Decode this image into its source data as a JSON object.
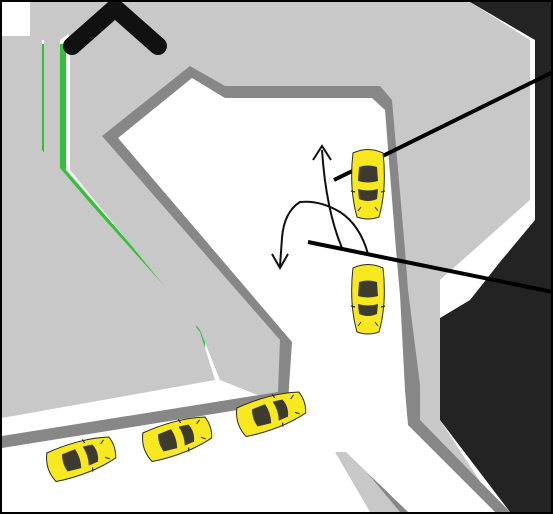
{
  "scene": {
    "kind": "top-down traffic intersection diagram",
    "colors": {
      "grass": "#33c13a",
      "sidewalk": "#c8c8c8",
      "curb": "#878787",
      "road": "#ffffff",
      "building": "#232323",
      "car_body": "#f7e81f",
      "car_glass": "#3d3a2e",
      "pointer_line": "#000000",
      "frame": "#000000"
    },
    "icons": {
      "top_chevron": "chevron-up-icon",
      "turn_arrows": "arrow-icon",
      "cars": "car-icon"
    },
    "vehicles": [
      {
        "id": "car-top-right",
        "orientation": "facing-down",
        "color": "#f7e81f"
      },
      {
        "id": "car-middle-right",
        "orientation": "facing-down",
        "color": "#f7e81f"
      },
      {
        "id": "car-bottom-1",
        "orientation": "facing-right-up",
        "color": "#f7e81f"
      },
      {
        "id": "car-bottom-2",
        "orientation": "facing-right-up",
        "color": "#f7e81f"
      },
      {
        "id": "car-bottom-3",
        "orientation": "facing-right-up",
        "color": "#f7e81f"
      }
    ],
    "maneuvers": [
      "straight",
      "left-turn"
    ]
  }
}
